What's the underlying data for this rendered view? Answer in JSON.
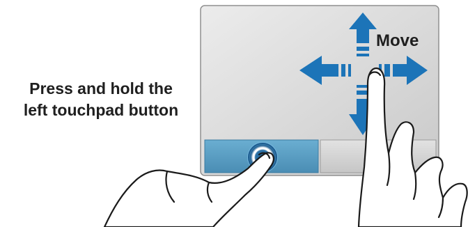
{
  "instruction": {
    "line1": "Press and hold the",
    "line2": "left touchpad button"
  },
  "move_label": "Move",
  "colors": {
    "pad_surface": "#d9d9d9",
    "pad_border": "#8f8f8f",
    "left_button": "#5a9fc4",
    "right_button": "#d4d4d4",
    "arrow": "#1c74b8",
    "outline": "#1a1a1a"
  },
  "icons": {
    "tap_point": "press-ring-icon",
    "arrows": "four-way-arrow-icon"
  }
}
